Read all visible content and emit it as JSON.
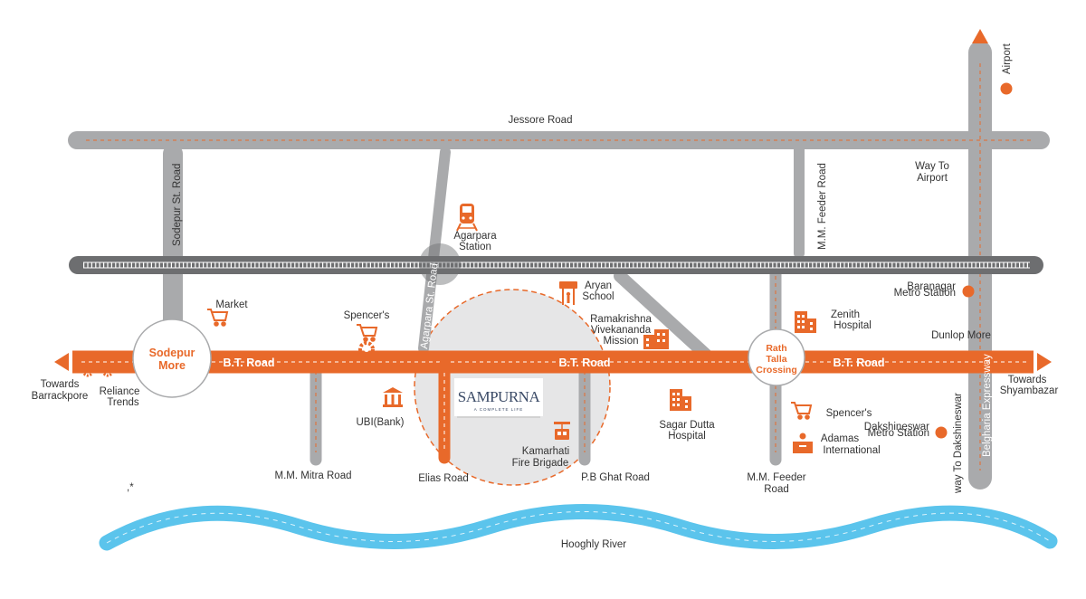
{
  "colors": {
    "road_gray": "#a9aaac",
    "rail_dark": "#6d6e70",
    "accent_orange": "#e8692a",
    "river_blue": "#5bc4ec",
    "circle_fill": "#e6e6e7"
  },
  "roads": {
    "jessore": "Jessore Road",
    "sodepur_st": "Sodepur St. Road",
    "agarpara_st": "Agarpara St. Road",
    "mm_feeder_top": "M.M. Feeder Road",
    "bt_left": "B.T. Road",
    "bt_center": "B.T. Road",
    "bt_right": "B.T. Road",
    "mm_mitra": "M.M. Mitra Road",
    "elias": "Elias Road",
    "pb_ghat": "P.B Ghat Road",
    "mm_feeder_bottom_1": "M.M. Feeder",
    "mm_feeder_bottom_2": "Road",
    "belgharia": "Belgharia Expressway",
    "dakshineswar_way": "way To Dakshineswar",
    "way_airport_1": "Way To",
    "way_airport_2": "Airport",
    "river": "Hooghly River"
  },
  "junctions": {
    "sodepur_1": "Sodepur",
    "sodepur_2": "More",
    "rath_1": "Rath",
    "rath_2": "Talla",
    "rath_3": "Crossing"
  },
  "places": {
    "airport": "Airport",
    "agarpara_1": "Agarpara",
    "agarpara_2": "Station",
    "aryan_1": "Aryan",
    "aryan_2": "School",
    "rkm_1": "Ramakrishna",
    "rkm_2": "Vivekananda",
    "rkm_3": "Mission",
    "zenith_1": "Zenith",
    "zenith_2": "Hospital",
    "baranagar_1": "Baranagar",
    "baranagar_2": "Metro Station",
    "dunlop": "Dunlop More",
    "market": "Market",
    "spencers_left": "Spencer's",
    "towards_barrackpore_1": "Towards",
    "towards_barrackpore_2": "Barrackpore",
    "reliance_1": "Reliance",
    "reliance_2": "Trends",
    "ubi": "UBI(Bank)",
    "kamarhati_1": "Kamarhati",
    "kamarhati_2": "Fire Brigade",
    "sagar_1": "Sagar Dutta",
    "sagar_2": "Hospital",
    "spencers_right": "Spencer's",
    "adamas_1": "Adamas",
    "adamas_2": "International",
    "dakshineswar_metro_1": "Dakshineswar",
    "dakshineswar_metro_2": "Metro Station",
    "towards_shyambazar_1": "Towards",
    "towards_shyambazar_2": "Shyambazar",
    "stray_mark": ",*"
  },
  "logo": {
    "name": "SAMPURNA",
    "tagline": "A COMPLETE LIFE"
  },
  "icons": {
    "train": "train-icon",
    "school": "school-sign-icon",
    "building": "building-icon",
    "cart": "shopping-cart-icon",
    "bank": "bank-icon",
    "fire": "fire-brigade-icon",
    "desk": "reception-desk-icon",
    "gear": "gear-icon",
    "pin": "location-dot-icon",
    "arrow": "arrow-icon"
  }
}
